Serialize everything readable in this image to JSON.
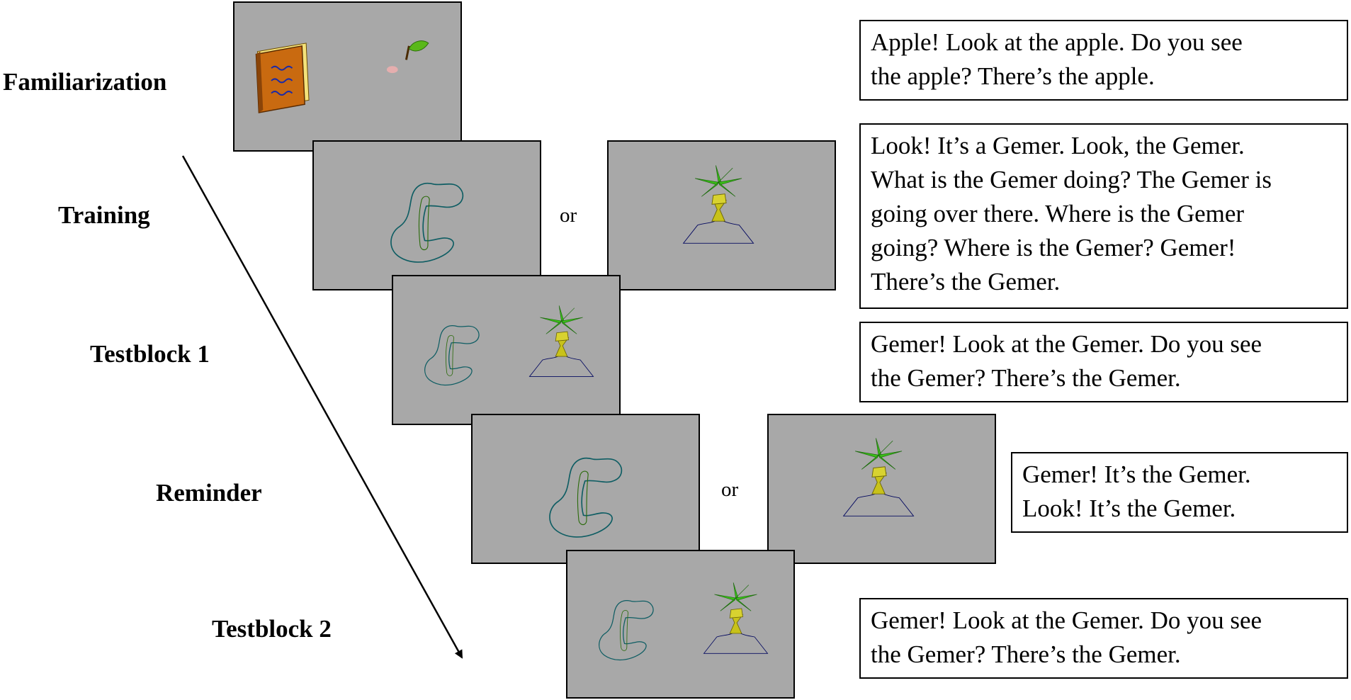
{
  "phases": {
    "familiarization": "Familiarization",
    "training": "Training",
    "testblock1": "Testblock 1",
    "reminder": "Reminder",
    "testblock2": "Testblock 2"
  },
  "connectors": {
    "training_or": "or",
    "reminder_or": "or"
  },
  "speech": {
    "familiarization": [
      "Apple! Look at the apple. Do you see",
      "the apple? There’s the apple."
    ],
    "training": [
      "Look! It’s a Gemer. Look, the Gemer.",
      "What is the Gemer doing? The Gemer is",
      "going over there. Where is the Gemer",
      "going? Where is the Gemer? Gemer!",
      "There’s the Gemer."
    ],
    "testblock1": [
      "Gemer! Look at the Gemer. Do you see",
      "the Gemer? There’s the Gemer."
    ],
    "reminder": [
      "Gemer! It’s the Gemer.",
      "Look! It’s the Gemer."
    ],
    "testblock2": [
      "Gemer! Look at the Gemer. Do you see",
      "the Gemer? There’s the Gemer."
    ]
  },
  "colors": {
    "panel_background": "#a8a8a8",
    "creature_cyan": "#2fb6bd",
    "creature_green": "#5cc21a",
    "pedestal_blue": "#1020c8",
    "stem_yellow": "#c8c21a",
    "apple_red": "#c40000",
    "book_orange": "#c96a10"
  },
  "icons": [
    "book-icon",
    "apple-icon",
    "cyan-creature-icon",
    "spiky-creature-icon",
    "timeline-arrow"
  ]
}
